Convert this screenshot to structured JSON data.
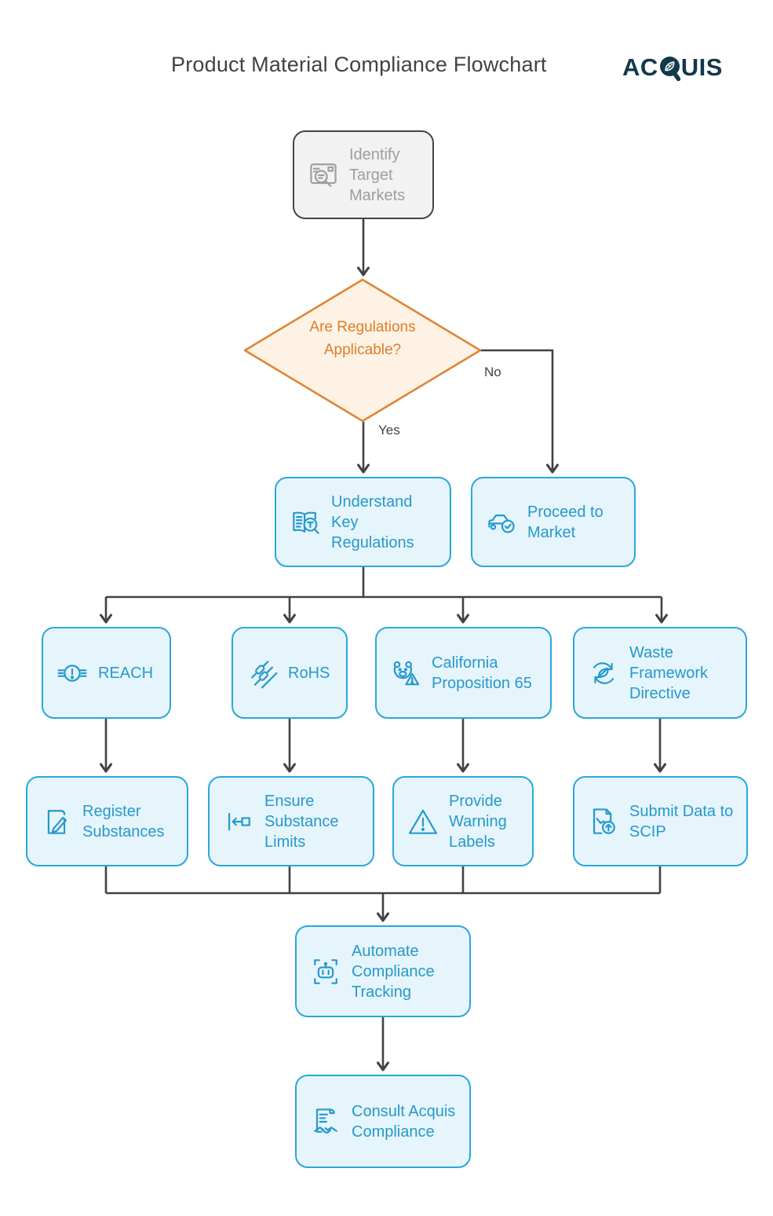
{
  "header": {
    "title": "Product Material Compliance Flowchart",
    "logo_full": "ACQUIS",
    "logo_prefix": "AC",
    "logo_suffix": "UIS"
  },
  "decision": {
    "label": "Are Regulations Applicable?",
    "yes": "Yes",
    "no": "No"
  },
  "nodes": {
    "identify": {
      "label": "Identify Target Markets",
      "icon": "browser-search-icon"
    },
    "understand": {
      "label": "Understand Key Regulations",
      "icon": "book-magnifier-icon"
    },
    "proceed": {
      "label": "Proceed to Market",
      "icon": "car-check-icon"
    },
    "reach": {
      "label": "REACH",
      "icon": "molecule-alert-icon"
    },
    "rohs": {
      "label": "RoHS",
      "icon": "restricted-components-icon"
    },
    "calprop": {
      "label": "California Proposition 65",
      "icon": "bear-warning-icon"
    },
    "waste": {
      "label": "Waste Framework Directive",
      "icon": "leaf-recycle-icon"
    },
    "register": {
      "label": "Register Substances",
      "icon": "document-pen-icon"
    },
    "limits": {
      "label": "Ensure Substance Limits",
      "icon": "limit-arrow-icon"
    },
    "warning": {
      "label": "Provide Warning Labels",
      "icon": "warning-triangle-icon"
    },
    "scip": {
      "label": "Submit Data to SCIP",
      "icon": "document-upload-icon"
    },
    "automate": {
      "label": "Automate Compliance Tracking",
      "icon": "robot-scan-icon"
    },
    "consult": {
      "label": "Consult Acquis Compliance",
      "icon": "document-handshake-icon"
    }
  },
  "colors": {
    "blue_border": "#29a7da",
    "blue_fill": "#e6f5fc",
    "blue_text": "#2599cc",
    "gray_border": "#454545",
    "gray_fill": "#f2f2f2",
    "gray_text": "#9e9e9e",
    "orange_border": "#e08538",
    "orange_fill": "#fdf2e4",
    "orange_text": "#e07d2b",
    "line": "#424242",
    "logo_navy": "#14384c"
  }
}
